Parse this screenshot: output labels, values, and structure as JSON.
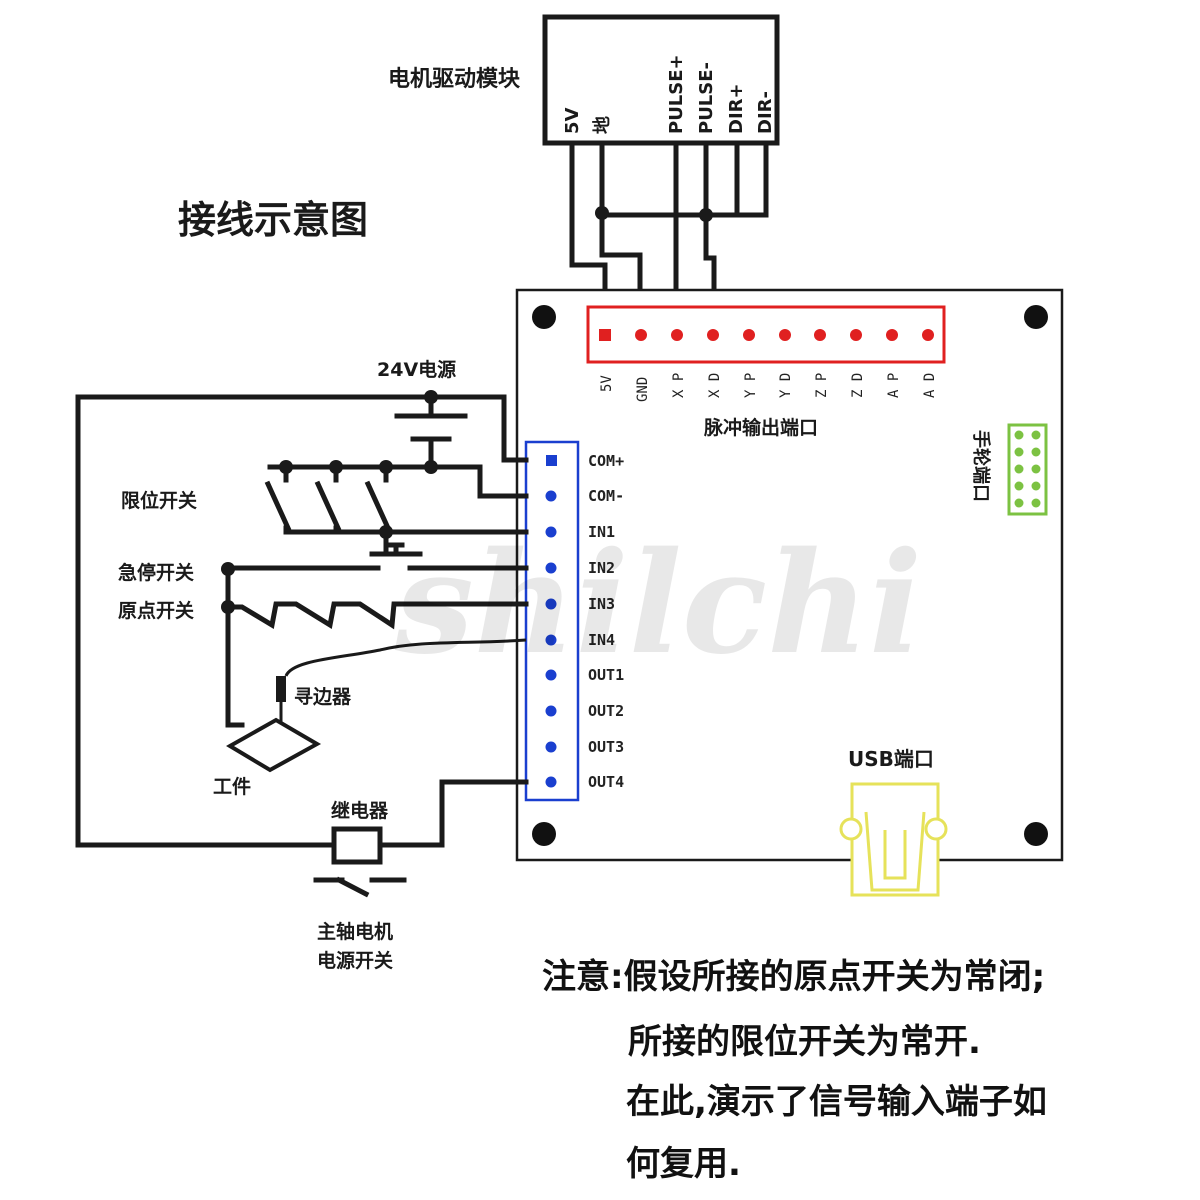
{
  "title": "接线示意图",
  "motor_driver": {
    "label": "电机驱动模块",
    "pins": [
      "5V",
      "地",
      "PULSE+",
      "PULSE-",
      "DIR+",
      "DIR-"
    ]
  },
  "pulse_port": {
    "label": "脉冲输出端口",
    "pins": [
      "5V",
      "GND",
      "X P",
      "X D",
      "Y P",
      "Y D",
      "Z P",
      "Z D",
      "A P",
      "A D"
    ],
    "color": "#e02020"
  },
  "io_port": {
    "pins": [
      "COM+",
      "COM-",
      "IN1",
      "IN2",
      "IN3",
      "IN4",
      "OUT1",
      "OUT2",
      "OUT3",
      "OUT4"
    ],
    "color": "#1a3fcf"
  },
  "handwheel_port": {
    "label": "手轮端口",
    "color": "#7cc242"
  },
  "usb_port": {
    "label": "USB端口",
    "color": "#e6e25a"
  },
  "power": {
    "label": "24V电源"
  },
  "components": {
    "limit_switch": "限位开关",
    "estop_switch": "急停开关",
    "home_switch": "原点开关",
    "edge_finder": "寻边器",
    "workpiece": "工件",
    "relay": "继电器",
    "spindle_line1": "主轴电机",
    "spindle_line2": "电源开关"
  },
  "notes": [
    "注意:假设所接的原点开关为常闭;",
    "所接的限位开关为常开.",
    "在此,演示了信号输入端子如",
    "何复用."
  ],
  "watermark": "shilchi"
}
